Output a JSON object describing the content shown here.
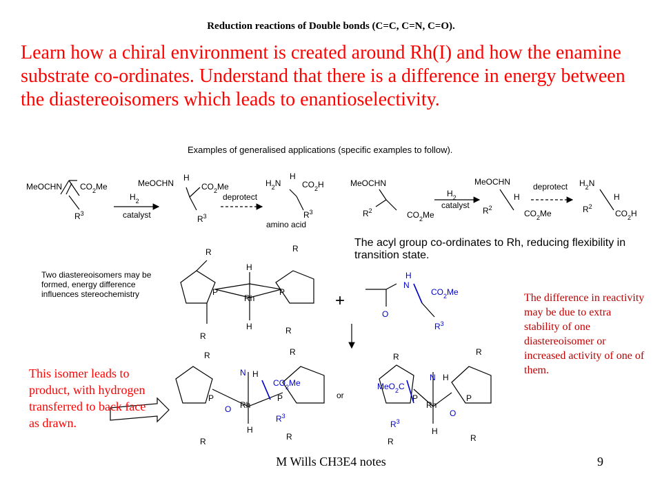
{
  "slide": {
    "title": "Reduction reactions of Double bonds (C=C, C=N, C=O).",
    "intro": "Learn how a chiral environment is created around Rh(I) and how the enamine substrate co-ordinates. Understand that there is a difference in energy between the diastereoisomers which leads to enantioselectivity.",
    "subhead": "Examples of generalised applications (specific examples to follow).",
    "note_two_diastereo": "Two diastereoisomers may be formed, energy difference influences stereochemistry",
    "note_acyl": "The acyl group co-ordinates to Rh, reducing flexibility in transition state.",
    "note_difference": "The difference in reactivity may be due to extra stability of one diastereoisomer or increased activity of one of them.",
    "note_isomer": "This isomer leads to product, with hydrogen transferred to back face as drawn.",
    "footer": "M Wills CH3E4 notes",
    "page_number": "9"
  },
  "scheme": {
    "h2": "H",
    "h2_sub": "2",
    "catalyst": "catalyst",
    "deprotect": "deprotect",
    "amino_acid": "amino acid",
    "meochn": "MeOCHN",
    "co2me": "CO",
    "co2me_sub": "2",
    "co2me_tail": "Me",
    "co2h_tail": "H",
    "h2n": "H",
    "h2n_sub": "2",
    "h2n_tail": "N",
    "r": "R",
    "r3": "3",
    "r2": "2",
    "h": "H",
    "plus": "+",
    "or": "or",
    "p": "P",
    "rh": "Rh",
    "n": "N",
    "o": "O",
    "meo2c": "MeO",
    "meo2c_sub": "2",
    "meo2c_tail": "C",
    "me": "Me"
  },
  "colors": {
    "red": "#ff0000",
    "blue": "#0000cc",
    "dark_red": "#c00000"
  }
}
